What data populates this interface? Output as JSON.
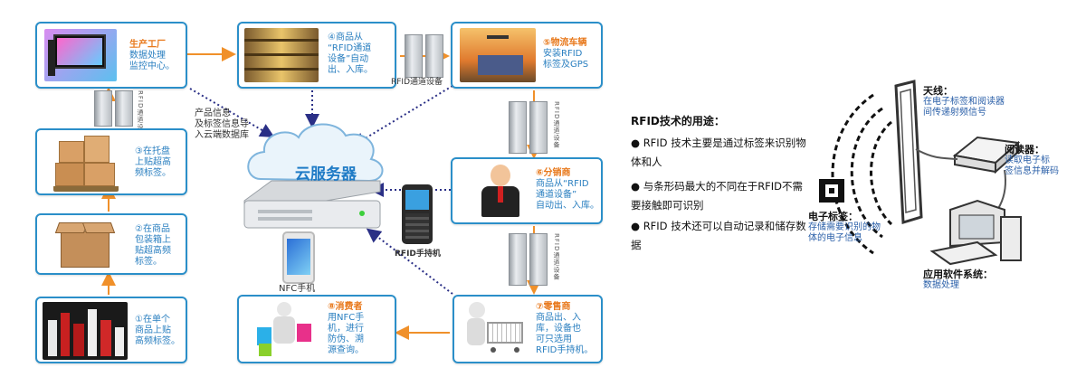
{
  "colors": {
    "box_border": "#2b8fc9",
    "arrow_orange": "#f0902a",
    "dotted_navy": "#2a2f86",
    "text_blue": "#2a7fc0",
    "title_orange": "#e8791c"
  },
  "flow": {
    "factory": {
      "title": "生产工厂",
      "lines": [
        "数据处理",
        "监控中心。"
      ]
    },
    "warehouse": {
      "lines": [
        "④商品从",
        "“RFID通道",
        "设备”自动",
        "出、入库。"
      ]
    },
    "vehicle": {
      "title": "⑤物流车辆",
      "lines": [
        "安装RFID",
        "标签及GPS"
      ]
    },
    "pallet": {
      "lines": [
        "③在托盘",
        "上贴超高",
        "频标签。"
      ]
    },
    "carton": {
      "lines": [
        "②在商品",
        "包装箱上",
        "贴超高频",
        "标签。"
      ]
    },
    "single": {
      "lines": [
        "①在单个",
        "商品上贴",
        "高频标签。"
      ]
    },
    "distributor": {
      "title": "⑥分销商",
      "lines": [
        "商品从“RFID",
        "通道设备”",
        "自动出、入库。"
      ]
    },
    "retailer": {
      "title": "⑦零售商",
      "lines": [
        "商品出、入",
        "库，设备也",
        "可只选用",
        "RFID手持机。"
      ]
    },
    "consumer": {
      "title": "⑧消费者",
      "lines": [
        "用NFC手",
        "机，进行",
        "防伪、溯",
        "源查询。"
      ]
    }
  },
  "labels": {
    "rfid_channel": "RFID通道设备",
    "rfid_channel_vertical": "RFID通道设备",
    "product_info": [
      "产品信息",
      "及标签信息导",
      "入云端数据库"
    ],
    "cloud": "云服务器",
    "handheld": "RFID手持机",
    "nfc_phone": "NFC手机"
  },
  "uses": {
    "heading": "RFID技术的用途：",
    "items": [
      "● RFID 技术主要是通过标签来识别物体和人",
      "● 与条形码最大的不同在于RFID不需要接触即可识别",
      "● RFID 技术还可以自动记录和储存数据"
    ]
  },
  "system": {
    "antenna": {
      "title": "天线：",
      "desc": [
        "在电子标签和阅读器",
        "间传递射频信号"
      ]
    },
    "reader": {
      "title": "阅读器：",
      "desc": [
        "读取电子标",
        "签信息并解码"
      ]
    },
    "tag": {
      "title": "电子标签：",
      "desc": [
        "存储需要识别的物",
        "体的电子信息"
      ]
    },
    "software": {
      "title": "应用软件系统：",
      "desc": [
        "数据处理"
      ]
    }
  },
  "icons": [
    "computer-icon",
    "shelves-icon",
    "airplane-truck-icon",
    "boxes-icon",
    "carton-icon",
    "bottles-icon",
    "businessman-icon",
    "cart-icon",
    "shopper-icon",
    "server-icon",
    "handheld-icon",
    "phone-icon",
    "antenna-icon",
    "reader-device-icon",
    "tag-icon",
    "computer-terminal-icon"
  ]
}
